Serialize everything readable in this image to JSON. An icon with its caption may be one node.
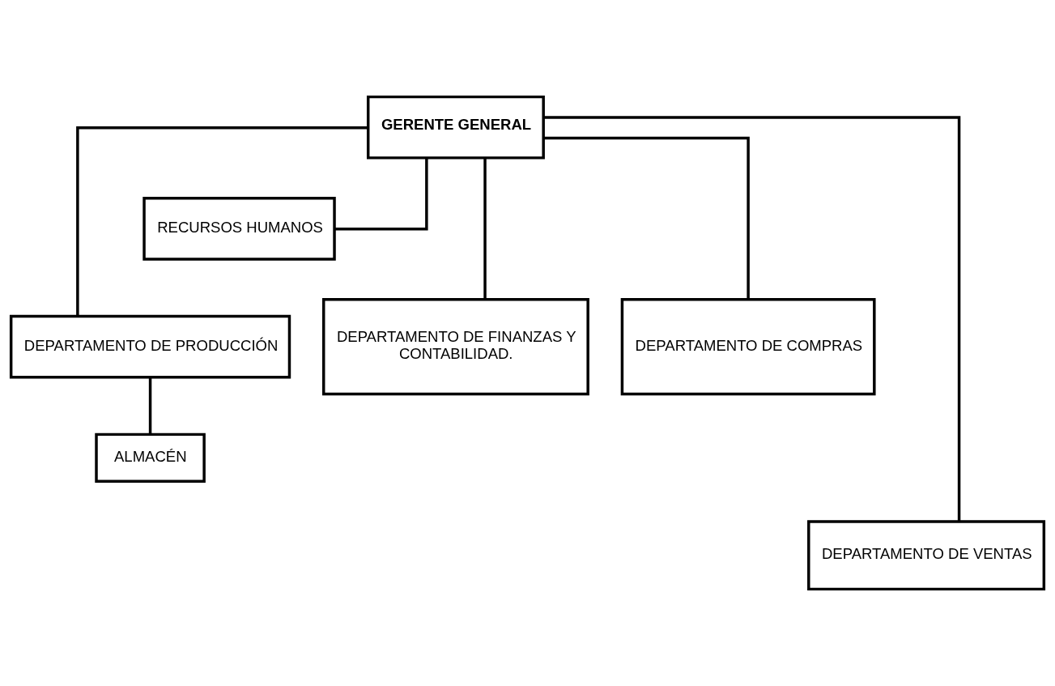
{
  "diagram": {
    "nodes": [
      {
        "text": [
          "GERENTE GENERAL"
        ]
      },
      {
        "text": [
          "RECURSOS HUMANOS"
        ]
      },
      {
        "text": [
          "DEPARTAMENTO DE PRODUCCIÓN"
        ]
      },
      {
        "text": [
          "DEPARTAMENTO DE FINANZAS Y CONTABILIDAD."
        ]
      },
      {
        "text": [
          "DEPARTAMENTO DE COMPRAS"
        ]
      },
      {
        "text": [
          "ALMACÉN"
        ]
      },
      {
        "text": [
          "DEPARTAMENTO DE VENTAS"
        ]
      }
    ],
    "edges": [
      {
        "from": 0,
        "to": 1,
        "arrow": "none"
      },
      {
        "from": 0,
        "to": 2,
        "arrow": "none"
      },
      {
        "from": 0,
        "to": 3,
        "arrow": "none"
      },
      {
        "from": 0,
        "to": 4,
        "arrow": "none"
      },
      {
        "from": 0,
        "to": 6,
        "arrow": "none"
      },
      {
        "from": 2,
        "to": 5,
        "arrow": "none"
      }
    ]
  }
}
